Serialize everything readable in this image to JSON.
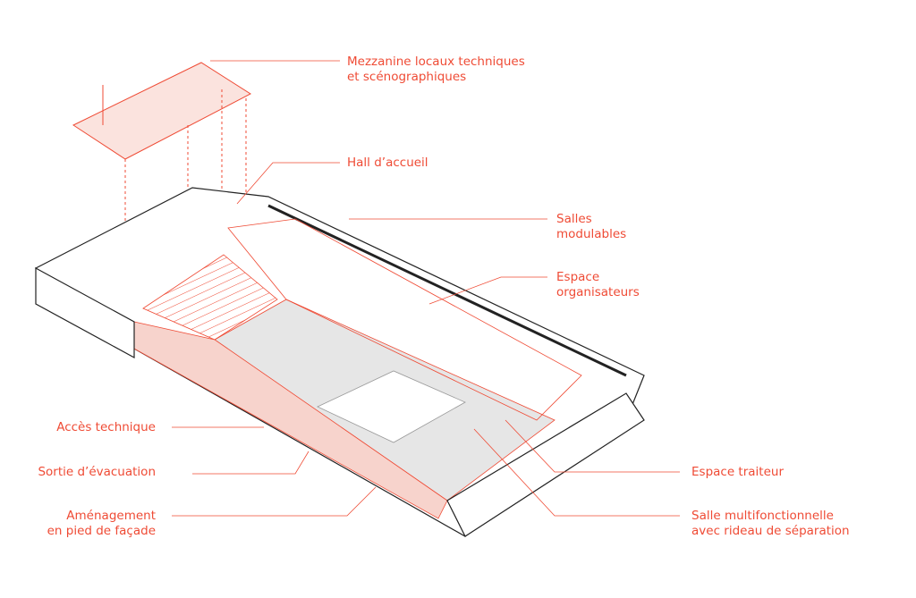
{
  "accent_color": "#ef4b35",
  "labels": {
    "mezzanine": [
      "Mezzanine locaux techniques",
      "et scénographiques"
    ],
    "hall": [
      "Hall d’accueil"
    ],
    "salles": [
      "Salles",
      "modulables"
    ],
    "organisateurs": [
      "Espace",
      "organisateurs"
    ],
    "acces": [
      "Accès technique"
    ],
    "sortie": [
      "Sortie d’évacuation"
    ],
    "amenagement": [
      "Aménagement",
      "en pied de façade"
    ],
    "traiteur": [
      "Espace traiteur"
    ],
    "salle_multi": [
      "Salle multifonctionnelle",
      "avec rideau de séparation"
    ]
  }
}
